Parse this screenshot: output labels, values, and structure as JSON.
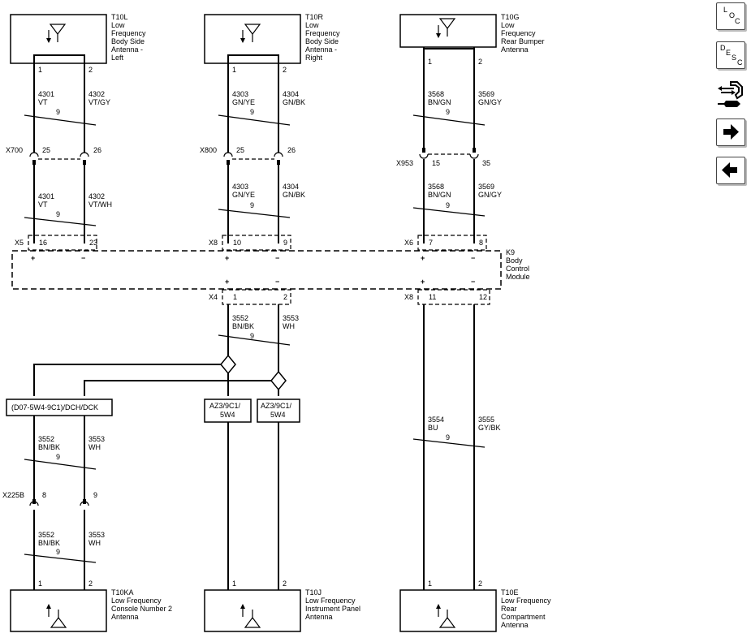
{
  "components": {
    "t10l": {
      "id": "T10L",
      "lines": [
        "Low",
        "Frequency",
        "Body Side",
        "Antenna -",
        "Left"
      ]
    },
    "t10r": {
      "id": "T10R",
      "lines": [
        "Low",
        "Frequency",
        "Body Side",
        "Antenna -",
        "Right"
      ]
    },
    "t10g": {
      "id": "T10G",
      "lines": [
        "Low",
        "Frequency",
        "Rear Bumper",
        "Antenna"
      ]
    },
    "k9": {
      "id": "K9",
      "lines": [
        "Body",
        "Control",
        "Module"
      ]
    },
    "t10ka": {
      "id": "T10KA",
      "lines": [
        "Low Frequency",
        "Console Number 2",
        "Antenna"
      ]
    },
    "t10j": {
      "id": "T10J",
      "lines": [
        "Low Frequency",
        "Instrument Panel",
        "Antenna"
      ]
    },
    "t10e": {
      "id": "T10E",
      "lines": [
        "Low Frequency",
        "Rear",
        "Compartment",
        "Antenna"
      ]
    }
  },
  "pins": {
    "one": "1",
    "two": "2",
    "x700_25": "25",
    "x700_26": "26",
    "x800_25": "25",
    "x800_26": "26",
    "x953_15": "15",
    "x953_35": "35",
    "x5_16": "16",
    "x5_23": "23",
    "x8_10": "10",
    "x8_9": "9",
    "x6_7": "7",
    "x6_8": "8",
    "x4_1": "1",
    "x4_2": "2",
    "x8_11": "11",
    "x8_12": "12",
    "x225b_8": "8",
    "x225b_9": "9"
  },
  "connectors": {
    "x700": "X700",
    "x800": "X800",
    "x953": "X953",
    "x5": "X5",
    "x8a": "X8",
    "x6": "X6",
    "x4": "X4",
    "x8b": "X8",
    "x225b": "X225B"
  },
  "polarity": {
    "plus": "+",
    "minus": "−"
  },
  "gauge": "9",
  "wires": {
    "w4301a": {
      "num": "4301",
      "color": "VT"
    },
    "w4302a": {
      "num": "4302",
      "color": "VT/GY"
    },
    "w4303a": {
      "num": "4303",
      "color": "GN/YE"
    },
    "w4304a": {
      "num": "4304",
      "color": "GN/BK"
    },
    "w3568a": {
      "num": "3568",
      "color": "BN/GN"
    },
    "w3569a": {
      "num": "3569",
      "color": "GN/GY"
    },
    "w4301b": {
      "num": "4301",
      "color": "VT"
    },
    "w4302b": {
      "num": "4302",
      "color": "VT/WH"
    },
    "w4303b": {
      "num": "4303",
      "color": "GN/YE"
    },
    "w4304b": {
      "num": "4304",
      "color": "GN/BK"
    },
    "w3568b": {
      "num": "3568",
      "color": "BN/GN"
    },
    "w3569b": {
      "num": "3569",
      "color": "GN/GY"
    },
    "w3552a": {
      "num": "3552",
      "color": "BN/BK"
    },
    "w3553a": {
      "num": "3553",
      "color": "WH"
    },
    "w3554": {
      "num": "3554",
      "color": "BU"
    },
    "w3555": {
      "num": "3555",
      "color": "GY/BK"
    },
    "w3552b": {
      "num": "3552",
      "color": "BN/BK"
    },
    "w3553b": {
      "num": "3553",
      "color": "WH"
    },
    "w3552c": {
      "num": "3552",
      "color": "BN/BK"
    },
    "w3553c": {
      "num": "3553",
      "color": "WH"
    }
  },
  "options": {
    "opt1": "(D07-5W4-9C1)/DCH/DCK",
    "opt2": [
      "AZ3/9C1/",
      "5W4"
    ],
    "opt3": [
      "AZ3/9C1/",
      "5W4"
    ]
  },
  "nav": {
    "loc": {
      "l": "L",
      "o": "O",
      "c": "C"
    },
    "desc": {
      "d": "D",
      "e": "E",
      "s": "S",
      "c": "C"
    },
    "forward_icon": "arrow-right-icon",
    "back_icon": "arrow-left-icon",
    "tools_icon": "connector-wrench-icon"
  }
}
